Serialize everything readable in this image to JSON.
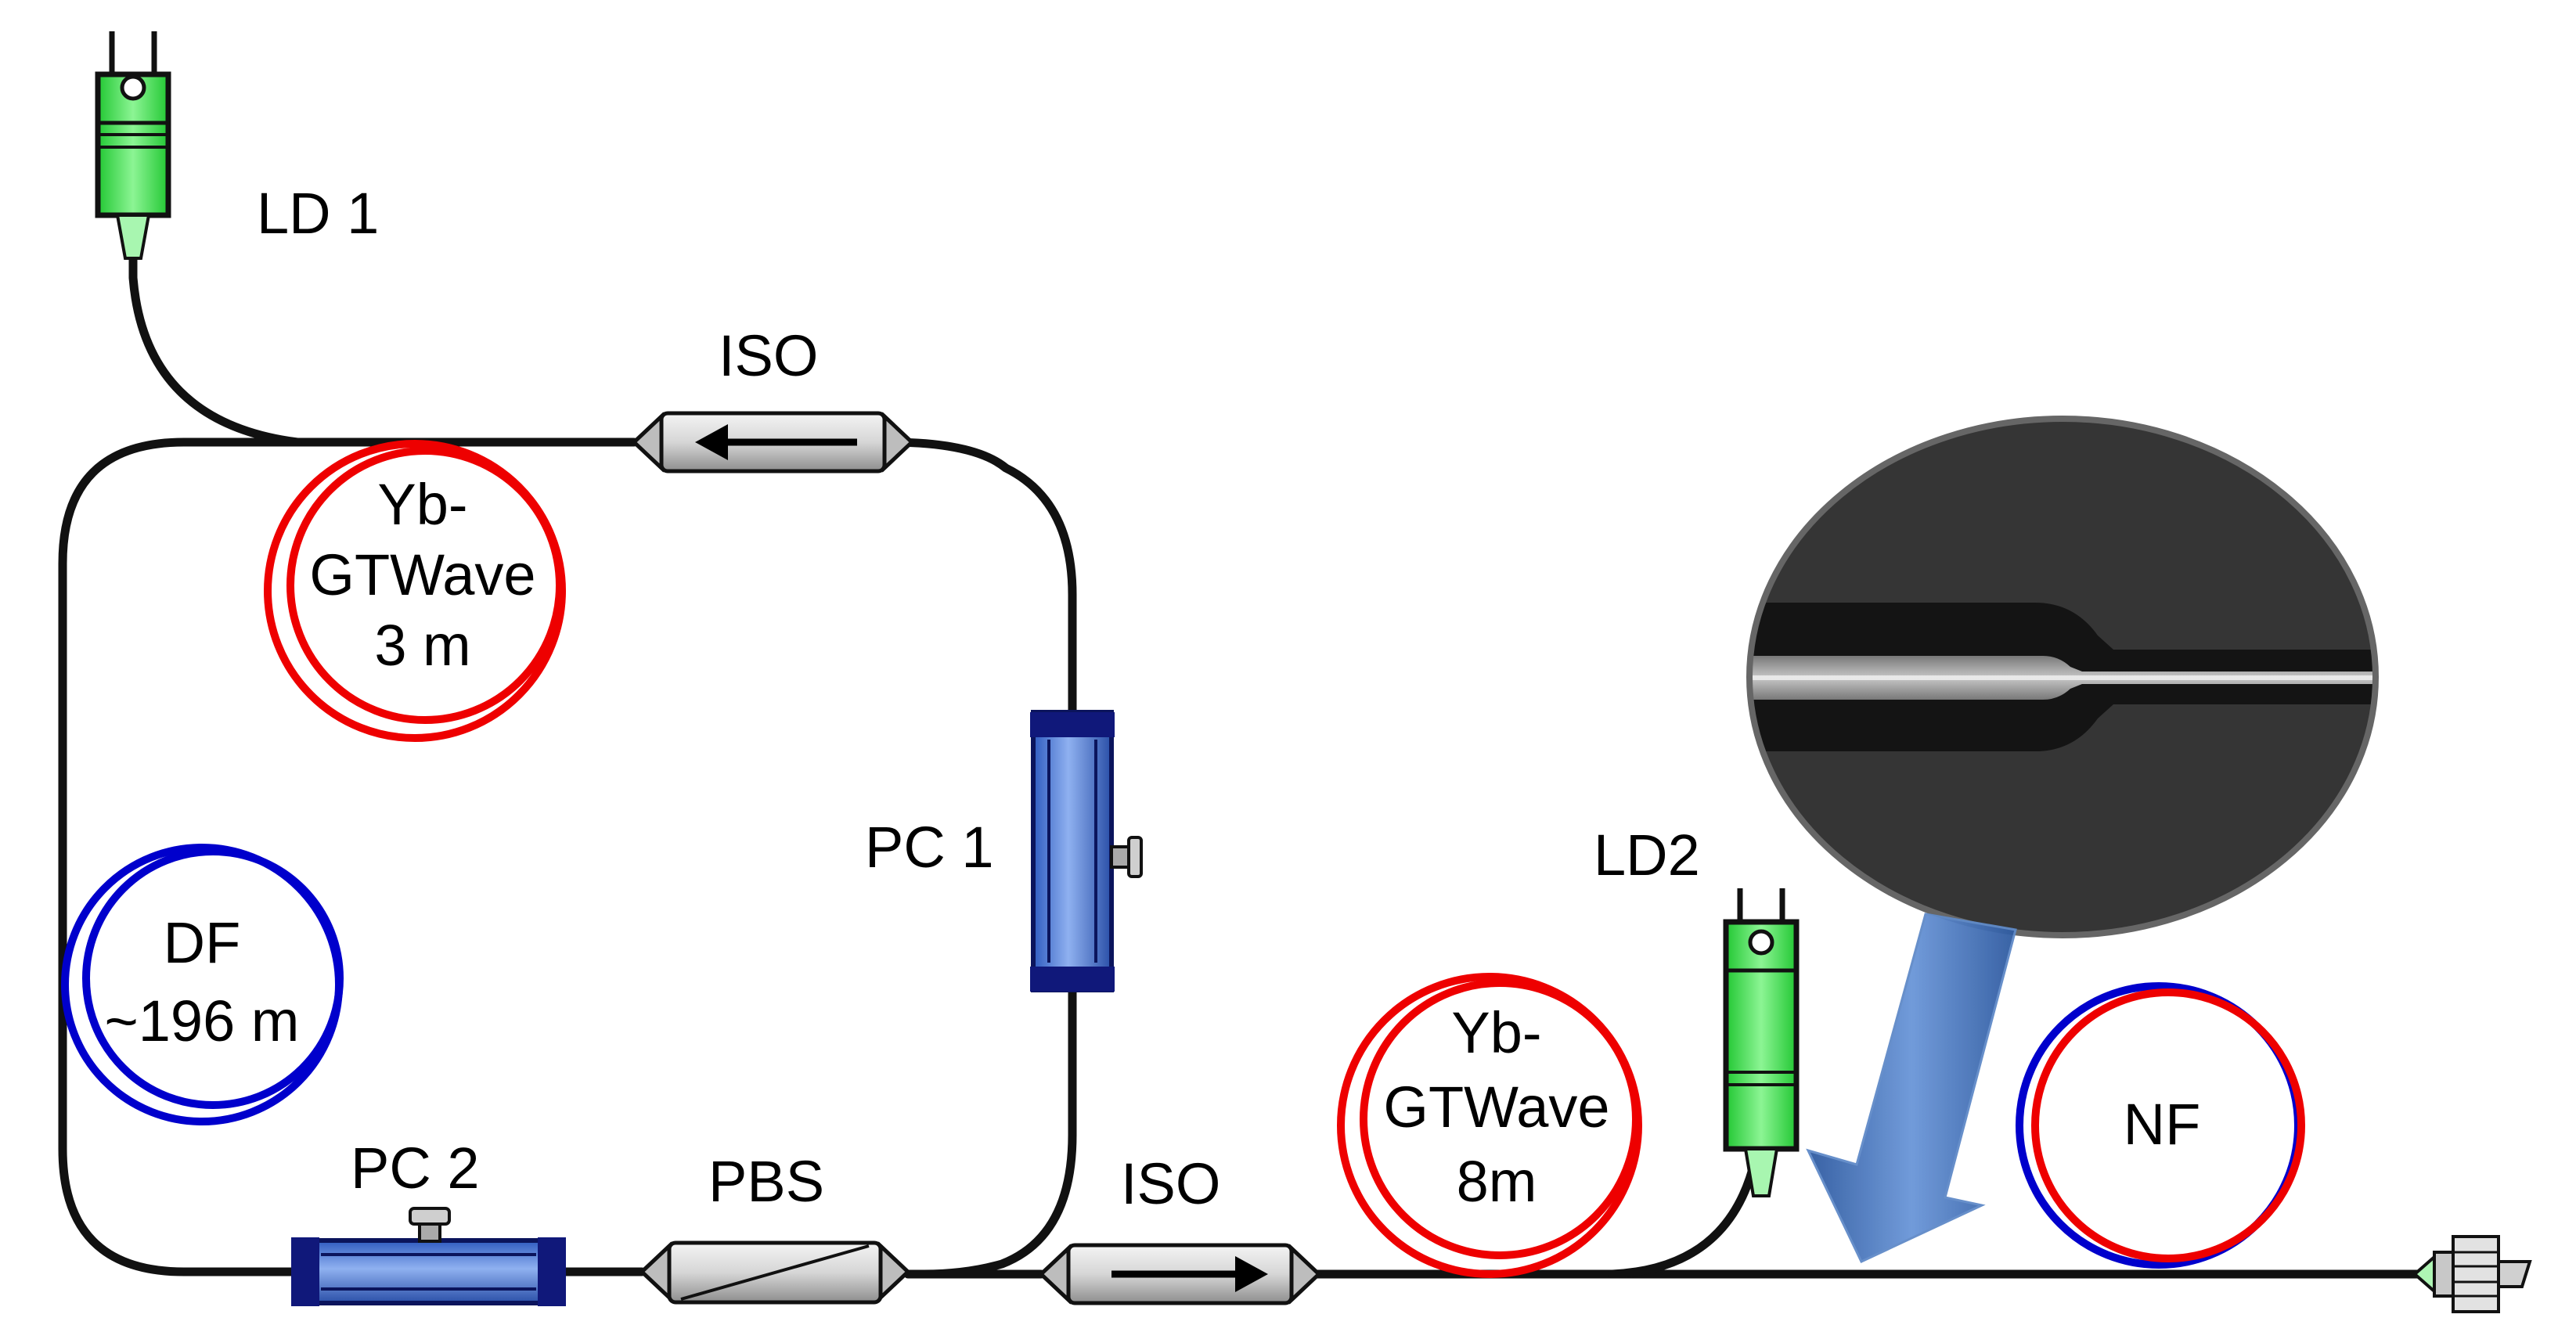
{
  "labels": {
    "ld1": "LD 1",
    "ld2": "LD2",
    "iso_top": "ISO",
    "iso_bottom": "ISO",
    "pc1": "PC 1",
    "pc2": "PC 2",
    "pbs": "PBS",
    "nf": "NF",
    "coil_top": [
      "Yb-",
      "GTWave",
      "3 m"
    ],
    "coil_df": [
      "DF",
      "~196 m"
    ],
    "coil_bottom": [
      "Yb-",
      "GTWave",
      "8m"
    ]
  },
  "colors": {
    "fiber": "#111111",
    "yb_coil": "#ee0000",
    "df_coil": "#0000cc",
    "laser_diode": "#33ee44",
    "polarization_controller": "#4477dd",
    "pc_caps": "#10187a",
    "arrow": "#3d6eb5",
    "micrograph_bg": "#3a3a3a"
  },
  "icons": {
    "laser_diode": "laser-diode-icon",
    "isolator": "isolator-icon",
    "polarization_controller": "polarization-controller-icon",
    "beam_splitter": "polarization-beam-splitter-icon",
    "output_connector": "fiber-connector-icon"
  }
}
